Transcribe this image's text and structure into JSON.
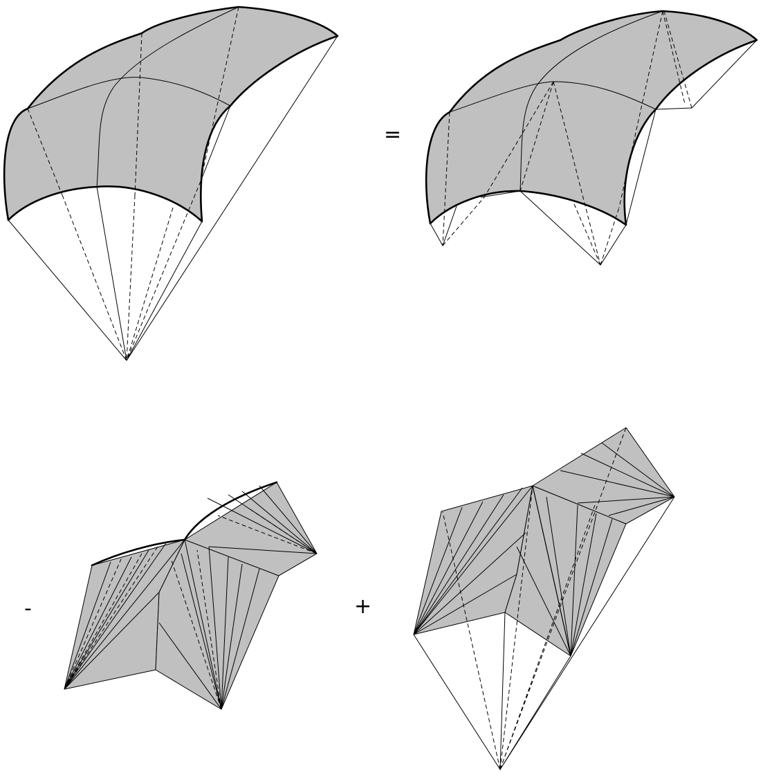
{
  "operators": {
    "equals": "=",
    "minus": "-",
    "plus": "+"
  },
  "colors": {
    "surface_fill": "#c0c0c0",
    "line": "#000000",
    "background": "#ffffff"
  },
  "panels": [
    {
      "id": "curved-surface-cone",
      "role": "left-hand side"
    },
    {
      "id": "curved-surface-two-cones",
      "role": "right-hand side, first term"
    },
    {
      "id": "polyhedral-minus-term",
      "role": "subtracted polyhedral term"
    },
    {
      "id": "polyhedral-plus-term",
      "role": "added polyhedral term"
    }
  ]
}
